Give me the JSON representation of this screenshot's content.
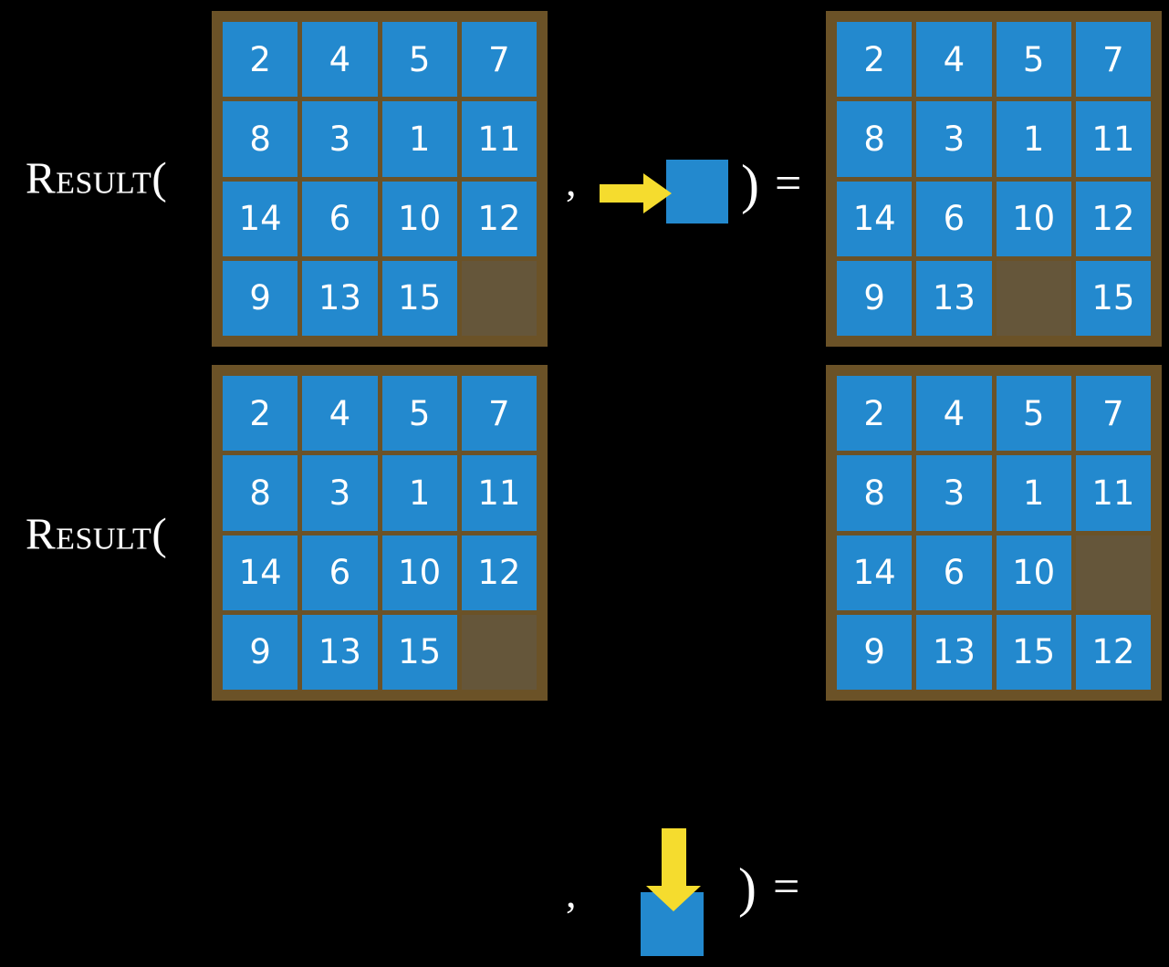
{
  "diagram": {
    "title": "Result function on 15-puzzle states",
    "background_color": "#000000",
    "board_color": "#6b5227",
    "empty_slot_color": "#65563a",
    "tile_color": "#2389ce",
    "tile_text_color": "#ffffff",
    "arrow_color": "#f5dc2e",
    "label_color": "#ffffff"
  },
  "symbols": {
    "comma": ",",
    "close_paren": ")",
    "equals": "="
  },
  "rows": [
    {
      "id": "row-1",
      "function_label": "Result(",
      "input_board": {
        "name": "input-board-row-1",
        "rows": 4,
        "columns": 4,
        "cells": [
          [
            "2",
            "4",
            "5",
            "7"
          ],
          [
            "8",
            "3",
            "1",
            "11"
          ],
          [
            "14",
            "6",
            "10",
            "12"
          ],
          [
            "9",
            "13",
            "15",
            ""
          ]
        ]
      },
      "action": {
        "name": "move-right",
        "direction": "right",
        "arrow_icon": "arrow-right-icon",
        "tile_label": ""
      },
      "output_board": {
        "name": "output-board-row-1",
        "rows": 4,
        "columns": 4,
        "cells": [
          [
            "2",
            "4",
            "5",
            "7"
          ],
          [
            "8",
            "3",
            "1",
            "11"
          ],
          [
            "14",
            "6",
            "10",
            "12"
          ],
          [
            "9",
            "13",
            "",
            "15"
          ]
        ]
      }
    },
    {
      "id": "row-2",
      "function_label": "Result(",
      "input_board": {
        "name": "input-board-row-2",
        "rows": 4,
        "columns": 4,
        "cells": [
          [
            "2",
            "4",
            "5",
            "7"
          ],
          [
            "8",
            "3",
            "1",
            "11"
          ],
          [
            "14",
            "6",
            "10",
            "12"
          ],
          [
            "9",
            "13",
            "15",
            ""
          ]
        ]
      },
      "action": {
        "name": "move-down",
        "direction": "down",
        "arrow_icon": "arrow-down-icon",
        "tile_label": ""
      },
      "output_board": {
        "name": "output-board-row-2",
        "rows": 4,
        "columns": 4,
        "cells": [
          [
            "2",
            "4",
            "5",
            "7"
          ],
          [
            "8",
            "3",
            "1",
            "11"
          ],
          [
            "14",
            "6",
            "10",
            ""
          ],
          [
            "9",
            "13",
            "15",
            "12"
          ]
        ]
      }
    }
  ]
}
